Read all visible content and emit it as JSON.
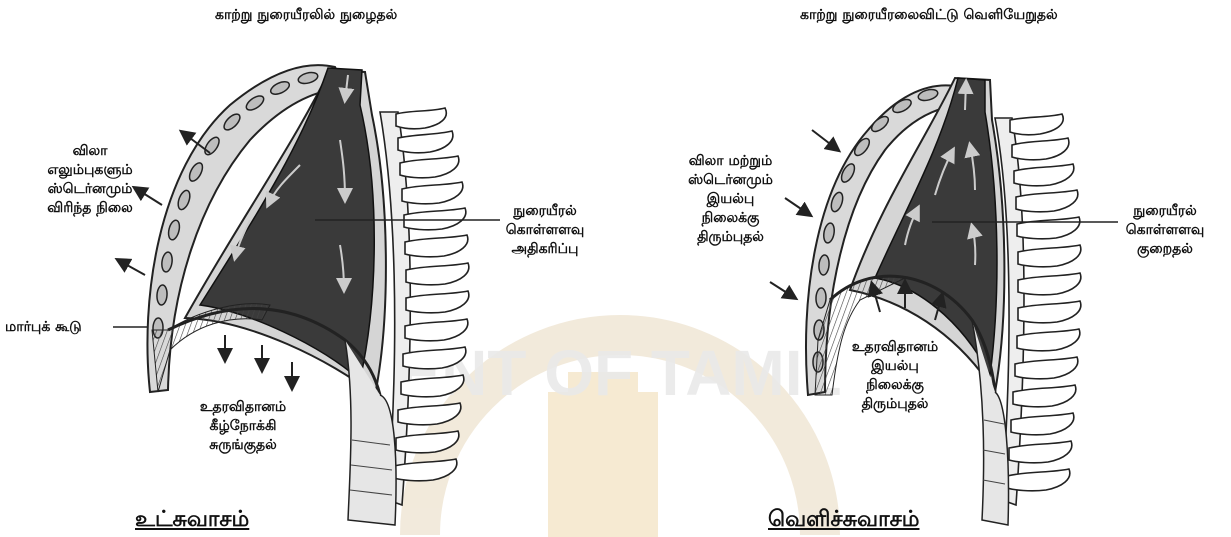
{
  "inhalation": {
    "top_label": "காற்று நுரையீரலில் நுழைதல்",
    "ribs_label": [
      "விலா",
      "எலும்புகளும்",
      "ஸ்டெர்னமும்",
      "விரிந்த நிலை"
    ],
    "ribcage_label": "மார்புக் கூடு",
    "lung_label": [
      "நுரையீரல்",
      "கொள்ளளவு",
      "அதிகரிப்பு"
    ],
    "diaphragm_label": [
      "உதரவிதானம்",
      "கீழ்நோக்கி",
      "சுருங்குதல்"
    ],
    "title": "உட்சுவாசம்"
  },
  "exhalation": {
    "top_label": "காற்று நுரையீரலைவிட்டு வெளியேறுதல்",
    "ribs_label": [
      "விலா மற்றும்",
      "ஸ்டெர்னமும்",
      "இயல்பு",
      "நிலைக்கு",
      "திரும்புதல்"
    ],
    "lung_label": [
      "நுரையீரல்",
      "கொள்ளளவு",
      "குறைதல்"
    ],
    "diaphragm_label": [
      "உதரவிதானம்",
      "இயல்பு",
      "நிலைக்கு",
      "திரும்புதல்"
    ],
    "title": "வெளிச்சுவாசம்"
  },
  "watermark": "ENT OF TAMIL",
  "colors": {
    "lung": "#3a3a3a",
    "ribcage": "#d9d9d9",
    "line": "#222222",
    "watermark": "#e8cfa4"
  }
}
